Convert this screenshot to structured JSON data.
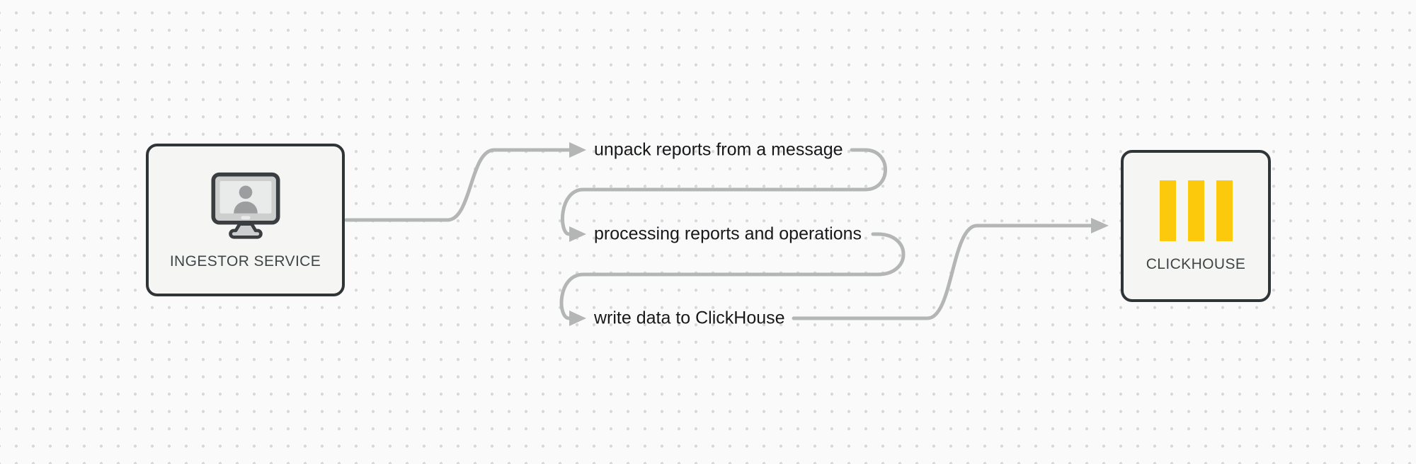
{
  "theme": {
    "bg": "#fafafa",
    "dot": "#d8d8d8",
    "node_fill": "#f5f6f4",
    "node_border": "#2f3437",
    "connector": "#b4b5b5",
    "label": "#17181a",
    "node_label": "#3f4447",
    "ch_yellow": "#fdc90d",
    "icon_dark": "#3a3e41",
    "icon_mid": "#cdcfcf",
    "icon_light": "#e9eaea",
    "icon_person": "#9b9d9e"
  },
  "diagram": {
    "source_node": {
      "label": "INGESTOR SERVICE",
      "icon": "monitor-user-icon"
    },
    "target_node": {
      "label": "CLICKHOUSE",
      "icon": "clickhouse-bars-logo-icon"
    },
    "steps": [
      {
        "label": "unpack reports from a message"
      },
      {
        "label": "processing reports and operations"
      },
      {
        "label": "write data to ClickHouse"
      }
    ]
  }
}
